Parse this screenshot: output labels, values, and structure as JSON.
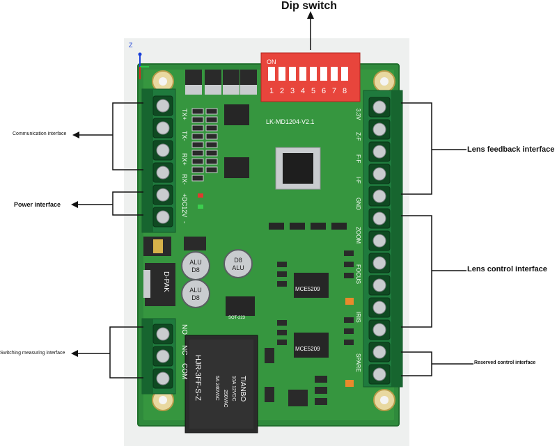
{
  "diagram": {
    "title": "Dip switch",
    "labels": {
      "communication": "Communication interface",
      "power": "Power interface",
      "switching": "Switching measuring interface",
      "lens_feedback": "Lens feedback interface",
      "lens_control": "Lens control interface",
      "reserved": "Reserved control interface"
    },
    "board": {
      "model": "LK-MD1204-V2.1",
      "left_pins": [
        "TX+",
        "TX-",
        "RX+",
        "RX-",
        "+DC12V",
        "-"
      ],
      "right_pins": [
        "3.3V",
        "Z-F",
        "F-F",
        "I-F",
        "GND"
      ],
      "right_ctrl": [
        "ZOOM",
        "FOCUS",
        "IRIS",
        "SPARE"
      ],
      "driver_chips": [
        "MCE5209",
        "MCE5209"
      ],
      "capacitors": [
        "ALU",
        "ALU",
        "ALU"
      ],
      "cap_value": "D8",
      "relay_brand": "TIANBO",
      "relay_model": "HJR-3FF-S-Z",
      "relay_spec": [
        "10A 12VDC",
        "250VAC",
        "5A 240VAC"
      ],
      "relay_pins": [
        "NO",
        "NC",
        "COM"
      ],
      "dip_on": "ON",
      "dip_numbers": [
        "1",
        "2",
        "3",
        "4",
        "5",
        "6",
        "7",
        "8"
      ],
      "regulator": "D-PAK",
      "sot_chip": "SOT-223",
      "axis_z": "Z"
    }
  }
}
